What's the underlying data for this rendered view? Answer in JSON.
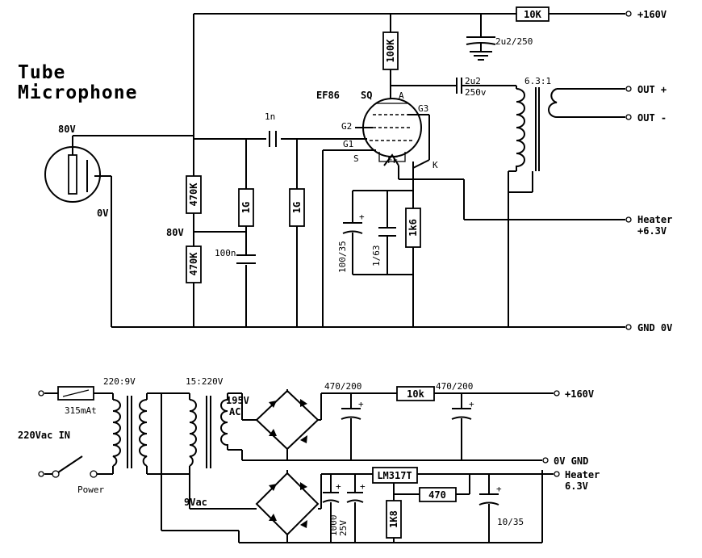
{
  "title_line1": "Tube",
  "title_line2": "Microphone",
  "tube_type": "EF86",
  "tube_suffix": "SQ",
  "pin_labels": {
    "anode": "A",
    "g3": "G3",
    "g2": "G2",
    "g1": "G1",
    "screen": "S",
    "cathode": "K",
    "heater": "FF"
  },
  "voltages": {
    "capsule_polarisation": "80V",
    "capsule_ground": "0V",
    "divider_mid": "80V"
  },
  "components_top": {
    "r_supply": "10K",
    "c_supply": "2u2/250",
    "r_anode": "100K",
    "c_out_a": "2u2",
    "c_out_b": "250v",
    "c_coupling": "1n",
    "r_div_top": "470K",
    "r_div_bot": "470K",
    "r_grid_a": "1G",
    "r_grid_b": "1G",
    "c_div": "100n",
    "c_cath_elec": "100/35",
    "c_cath": "1/63",
    "r_cath": "1k6",
    "transformer": "6.3:1"
  },
  "terminals_top": {
    "plus160": "+160V",
    "out_plus": "OUT +",
    "out_minus": "OUT -",
    "heater_1": "Heater",
    "heater_2": "+6.3V",
    "gnd": "GND 0V"
  },
  "psu": {
    "fuse": "315mAt",
    "mains": "220Vac IN",
    "switch": "Power",
    "tr1": "220:9V",
    "tr2": "15:220V",
    "tr2_out_a": "195V",
    "tr2_out_b": "AC",
    "c1": "470/200",
    "r1": "10k",
    "c2": "470/200",
    "vac9": "9Vac",
    "reg": "LM317T",
    "r_adj_a": "470",
    "r_adj_b": "1K8",
    "c_filt_a": "1000",
    "c_filt_b": "25V",
    "c_out": "10/35",
    "out_plus160": "+160V",
    "out_gnd": "0V GND",
    "out_heater_1": "Heater",
    "out_heater_2": "6.3V"
  }
}
